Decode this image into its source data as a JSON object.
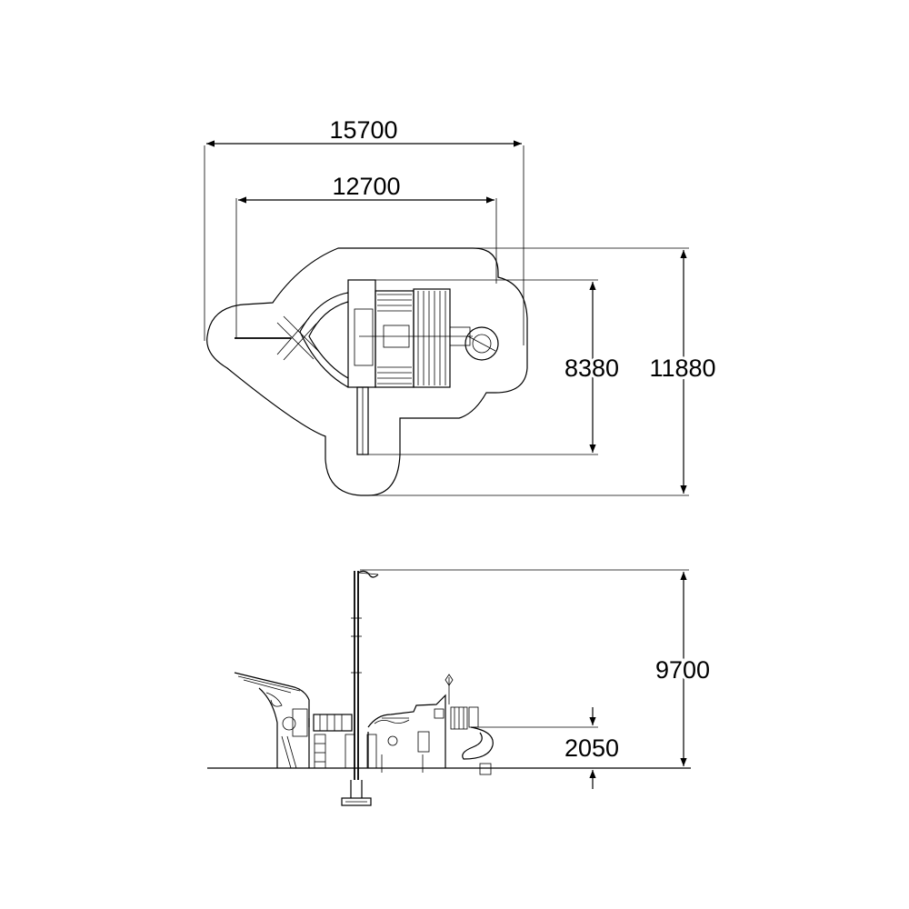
{
  "plan_view": {
    "overall_width": "15700",
    "inner_width": "12700",
    "structure_depth": "8380",
    "overall_depth": "11880"
  },
  "side_view": {
    "total_height": "9700",
    "platform_height": "2050"
  },
  "colors": {
    "line": "#000000",
    "background": "#ffffff"
  }
}
